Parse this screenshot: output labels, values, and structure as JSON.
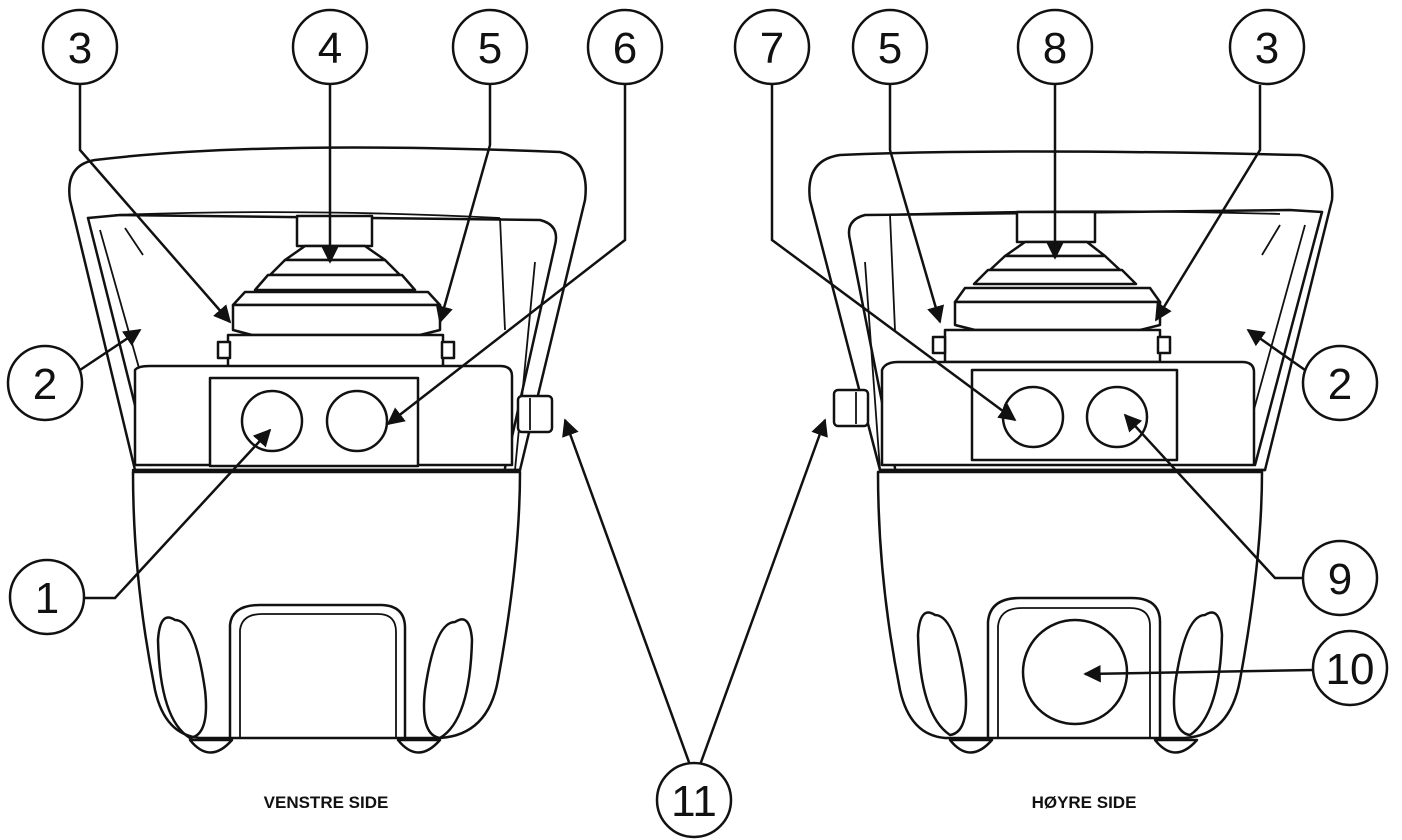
{
  "diagram": {
    "captions": {
      "left": "VENSTRE SIDE",
      "right": "HØYRE SIDE"
    },
    "callouts": {
      "left": [
        "3",
        "4",
        "5",
        "6",
        "2",
        "1"
      ],
      "right": [
        "7",
        "5",
        "8",
        "3",
        "2",
        "9",
        "10"
      ],
      "shared": "11"
    }
  }
}
